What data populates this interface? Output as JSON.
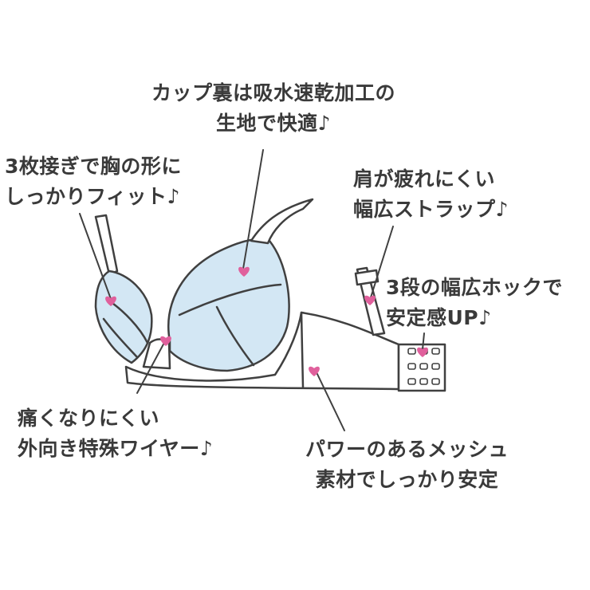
{
  "colors": {
    "outline": "#404040",
    "cup_fill": "#d3e7f4",
    "band_fill": "#ffffff",
    "heart": "#e0609c",
    "text": "#3a3a3a"
  },
  "callouts": {
    "cup_lining": {
      "line1": "カップ裏は吸水速乾加工の",
      "line2": "生地で快適♪"
    },
    "three_piece": {
      "line1": "3枚接ぎで胸の形に",
      "line2": "しっかりフィット♪"
    },
    "strap": {
      "line1": "肩が疲れにくい",
      "line2": "幅広ストラップ♪"
    },
    "hook": {
      "line1": "3段の幅広ホックで",
      "line2": "安定感UP♪"
    },
    "wire": {
      "line1": "痛くなりにくい",
      "line2": "外向き特殊ワイヤー♪"
    },
    "mesh": {
      "line1": "パワーのあるメッシュ",
      "line2": "素材でしっかり安定"
    }
  }
}
